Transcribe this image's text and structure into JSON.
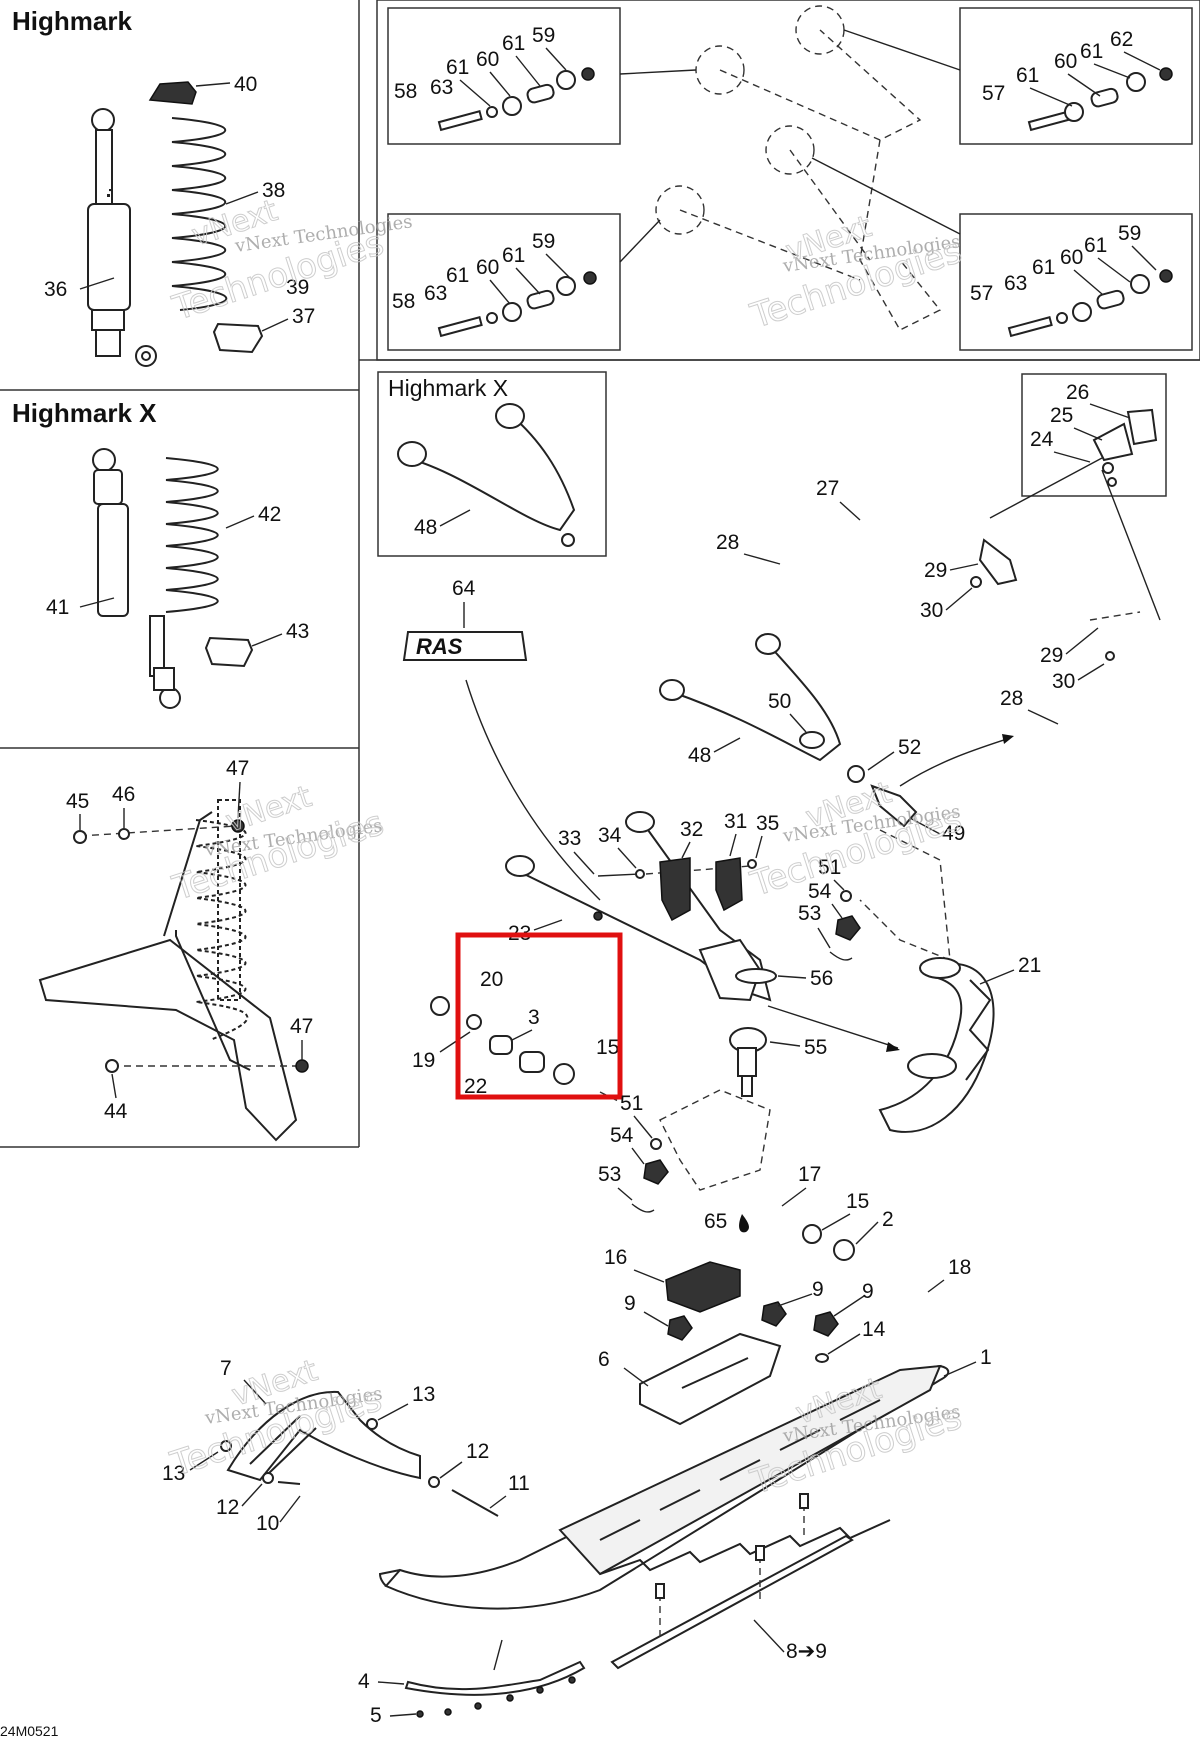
{
  "panels": {
    "highmark_title": "Highmark",
    "highmark_x_title": "Highmark X",
    "inset_highmark_x_title": "Highmark X"
  },
  "watermark": {
    "brand_line1": "vNext",
    "brand_line2": "Technologies",
    "brand_full": "vNext Technologies"
  },
  "footer_code": "24M0521",
  "callouts": {
    "c40": "40",
    "c38": "38",
    "c36": "36",
    "c37": "37",
    "c39": "39",
    "c42": "42",
    "c41": "41",
    "c43": "43",
    "c47a": "47",
    "c45": "45",
    "c46": "46",
    "c47b": "47",
    "c44": "44",
    "tl_59": "59",
    "tl_61a": "61",
    "tl_60": "60",
    "tl_61b": "61",
    "tl_58": "58",
    "tl_63": "63",
    "tr_62": "62",
    "tr_61a": "61",
    "tr_60": "60",
    "tr_61b": "61",
    "tr_57": "57",
    "bl_59": "59",
    "bl_61a": "61",
    "bl_60": "60",
    "bl_61b": "61",
    "bl_58": "58",
    "bl_63": "63",
    "br_59": "59",
    "br_61a": "61",
    "br_60": "60",
    "br_61b": "61",
    "br_57": "57",
    "br_63": "63",
    "c48a": "48",
    "c26": "26",
    "c25": "25",
    "c24": "24",
    "c27": "27",
    "c28a": "28",
    "c29a": "29",
    "c30a": "30",
    "c29b": "29",
    "c30b": "30",
    "c28b": "28",
    "c64": "64",
    "c50": "50",
    "c48b": "48",
    "c52": "52",
    "c33": "33",
    "c34": "34",
    "c32": "32",
    "c31": "31",
    "c35": "35",
    "c49": "49",
    "c51a": "51",
    "c54a": "54",
    "c53a": "53",
    "c23": "23",
    "c56": "56",
    "c21": "21",
    "c20": "20",
    "c3": "3",
    "c15a": "15",
    "c19": "19",
    "c22": "22",
    "c55": "55",
    "c51b": "51",
    "c54b": "54",
    "c53b": "53",
    "c17": "17",
    "c15b": "15",
    "c2": "2",
    "c65": "65",
    "c16": "16",
    "c18": "18",
    "c9a": "9",
    "c9b": "9",
    "c9c": "9",
    "c14": "14",
    "c6": "6",
    "c1": "1",
    "c7": "7",
    "c13a": "13",
    "c13b": "13",
    "c12a": "12",
    "c12b": "12",
    "c11": "11",
    "c10": "10",
    "c4": "4",
    "c5": "5",
    "c8_9": "8➔9"
  }
}
